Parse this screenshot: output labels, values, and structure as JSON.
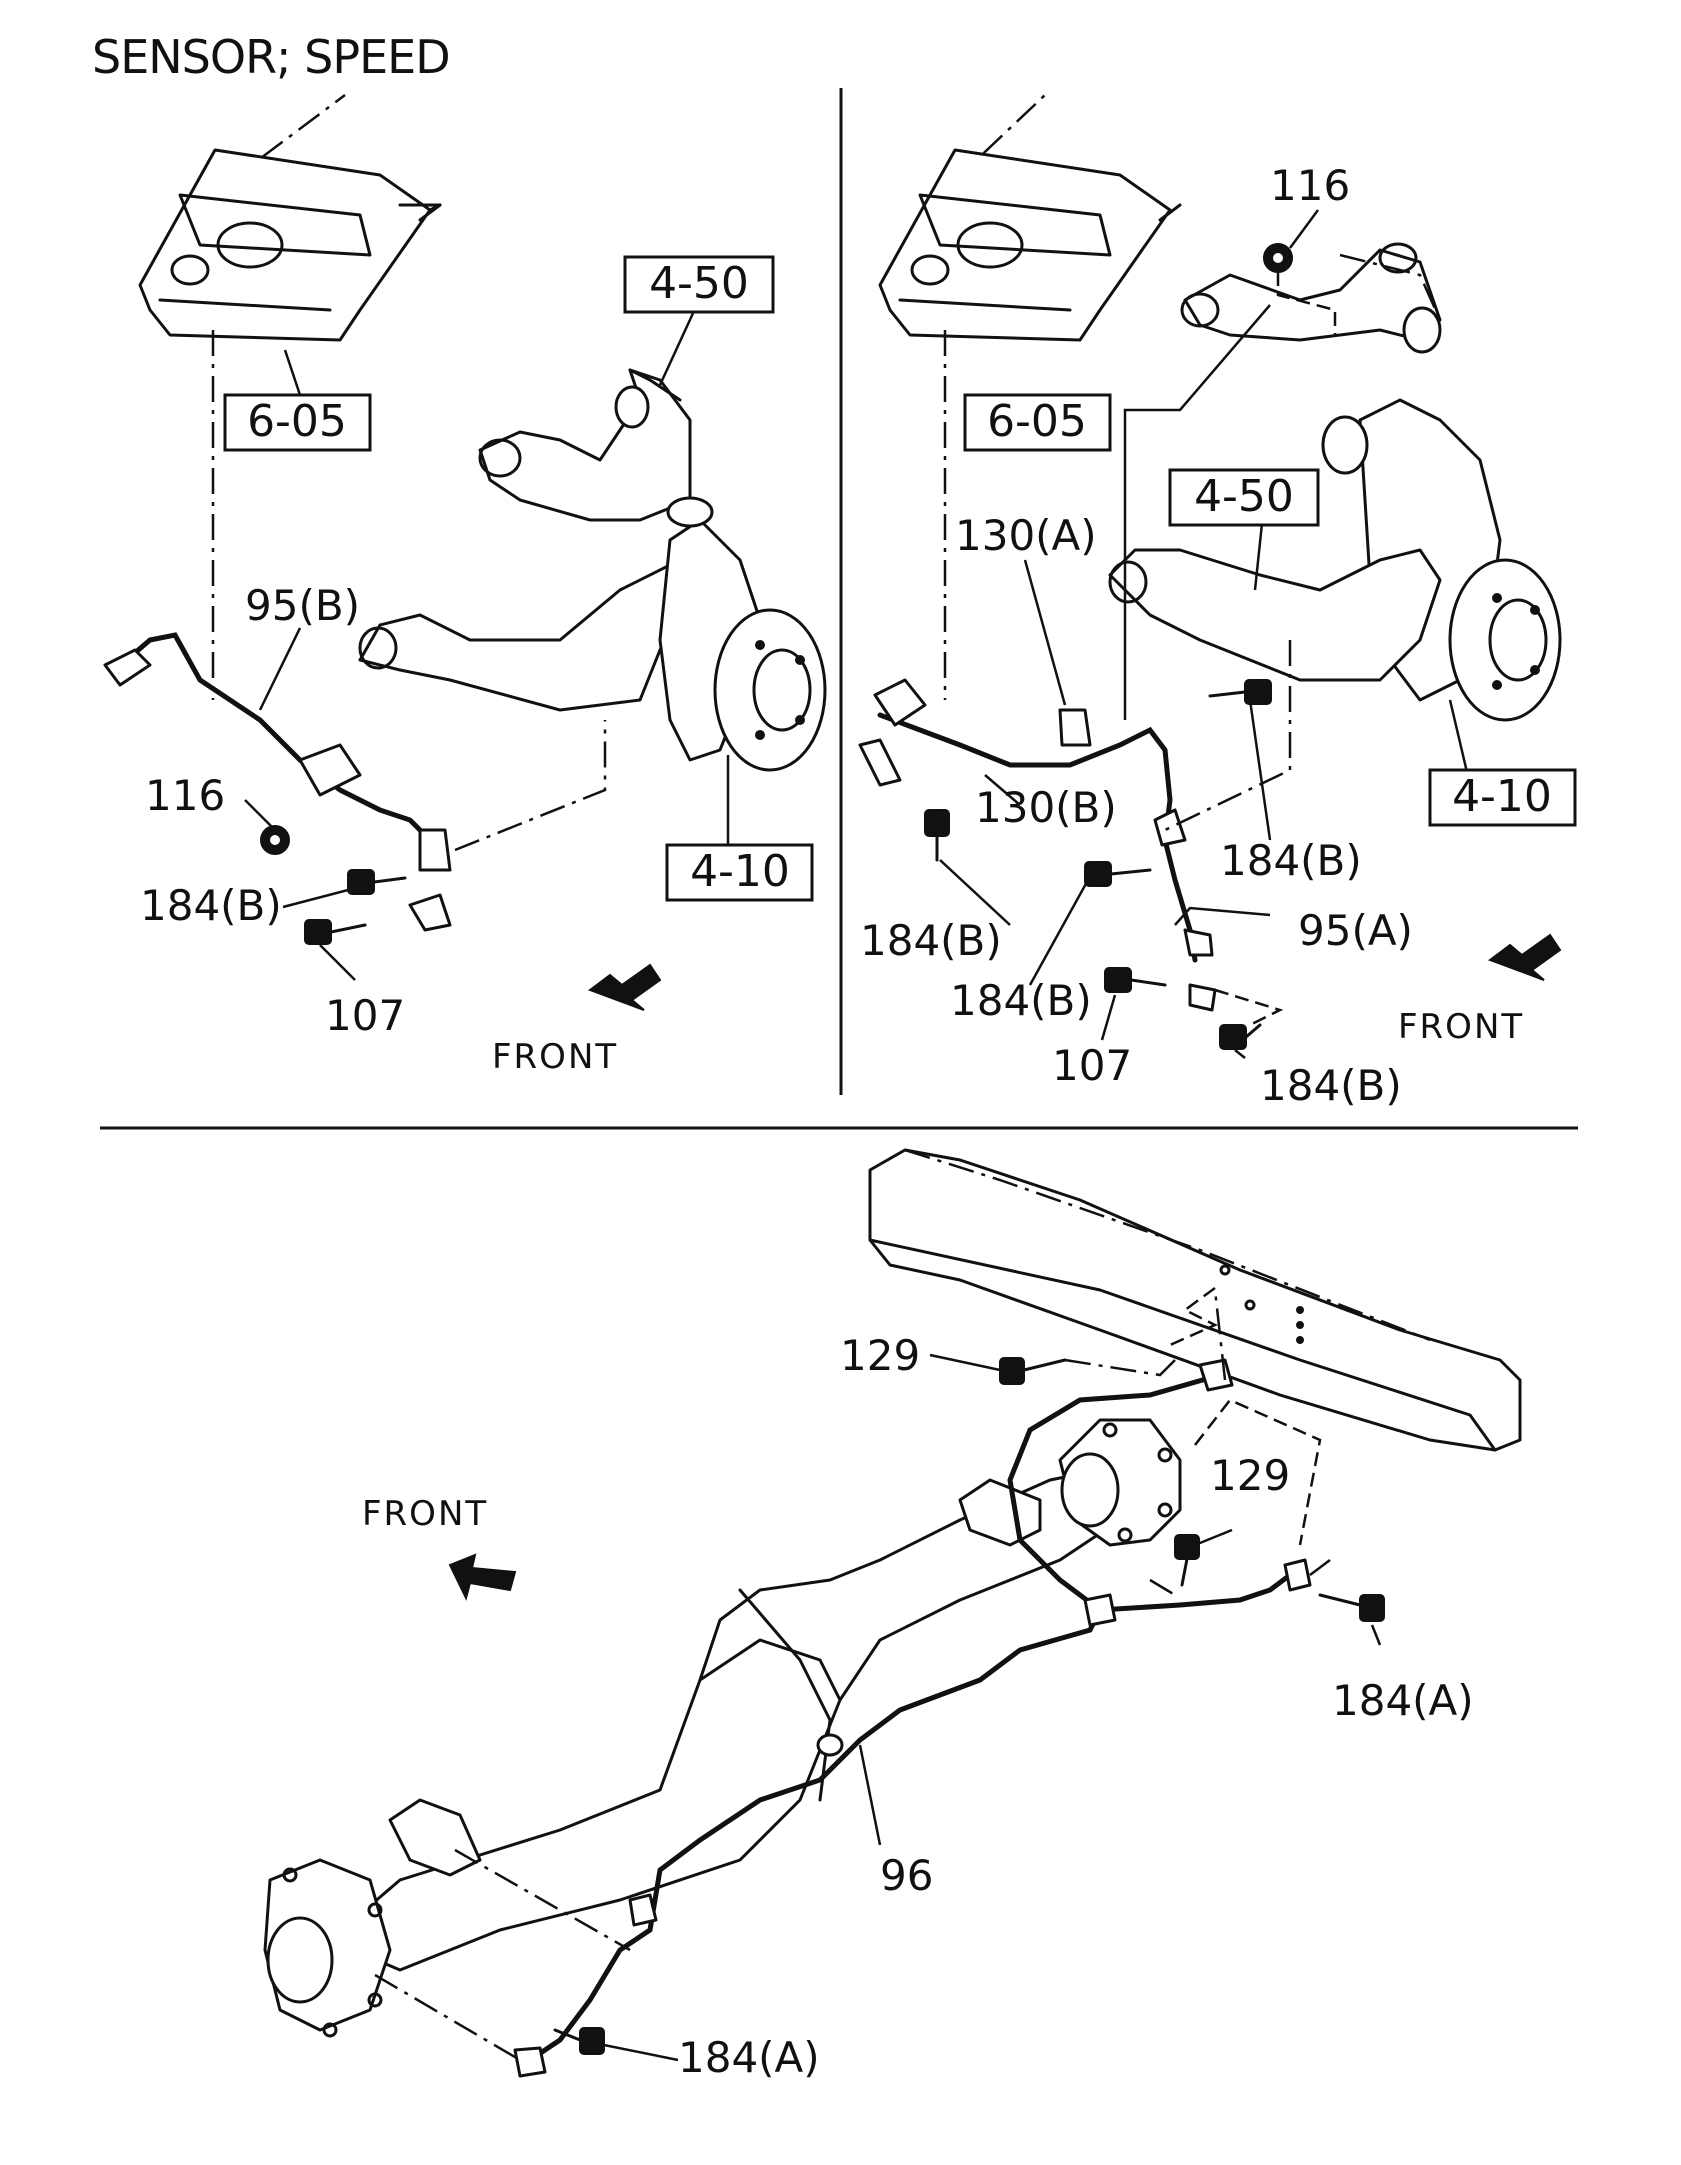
{
  "title": "SENSOR; SPEED",
  "front_label": "FRONT",
  "panels": {
    "front_left": {
      "refs": [
        "6-05",
        "4-50",
        "4-10"
      ],
      "parts": [
        "95(B)",
        "116",
        "184(B)",
        "107"
      ]
    },
    "front_right": {
      "refs": [
        "6-05",
        "4-50",
        "4-10"
      ],
      "parts": [
        "116",
        "130(A)",
        "130(B)",
        "184(B)",
        "184(B)",
        "95(A)",
        "184(B)",
        "107",
        "184(B)"
      ]
    },
    "rear": {
      "parts": [
        "129",
        "129",
        "184(A)",
        "96",
        "184(A)"
      ]
    }
  },
  "colors": {
    "line": "#111111",
    "background": "#ffffff"
  }
}
